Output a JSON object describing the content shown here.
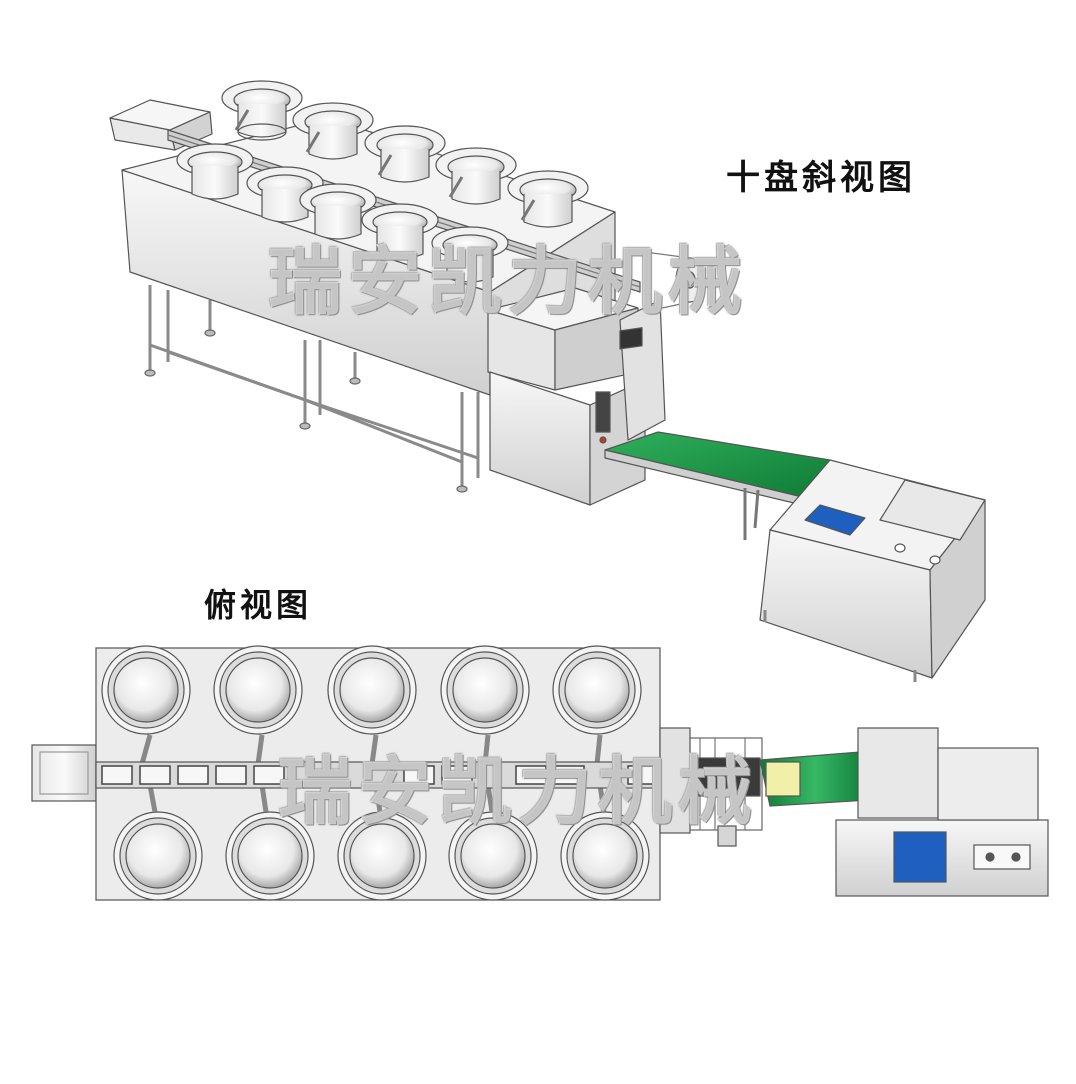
{
  "titles": {
    "isometric_view": "十盘斜视图",
    "top_view": "俯视图"
  },
  "watermark": {
    "top": "瑞安凯力机械",
    "bottom": "瑞安凯力机械"
  },
  "colors": {
    "metal_light": "#f2f2f2",
    "metal_mid": "#d9d9d9",
    "metal_dark": "#8c8c8c",
    "outline": "#555555",
    "conveyor_green": "#1f9a4a",
    "panel_blue": "#1f5fbf",
    "package_yellow": "#f2f0a8"
  }
}
